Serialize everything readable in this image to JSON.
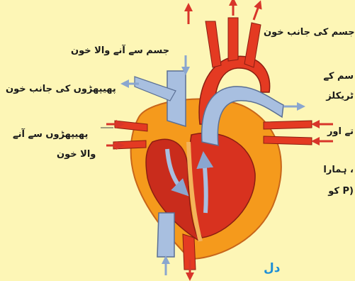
{
  "labels": {
    "to_body": "جسم کی جانب خون",
    "from_body": "جسم سے آنے والا خون",
    "to_lungs": "پھیپھڑوں کی جانب خون",
    "from_lungs_line1": "پھیپھڑوں سے آنے",
    "from_lungs_line2": "والا خون"
  },
  "caption": "دل",
  "text_fragments": [
    "سم کے",
    "ٹریکلز",
    "تے اور",
    "، ہمارا",
    "(P کو"
  ],
  "colors": {
    "background": "#fdf6b6",
    "oxygenated": "#e43a22",
    "deoxygenated": "#a8bfe0",
    "muscle": "#f5a020",
    "caption": "#1e8fd6"
  }
}
